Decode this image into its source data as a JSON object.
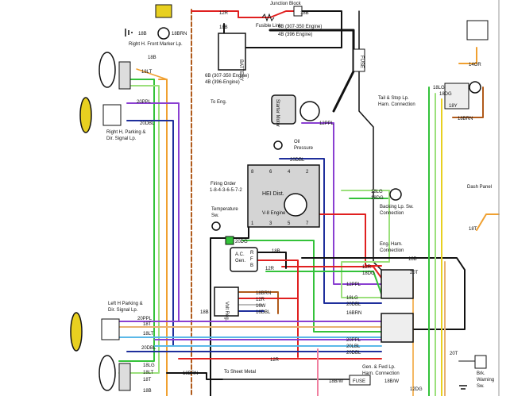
{
  "colors": {
    "black": "#111111",
    "red": "#e02020",
    "green": "#34c23a",
    "lightgreen": "#9be07c",
    "purple": "#8a3fd1",
    "darkblue": "#1f2f9c",
    "lightblue": "#5ab8e8",
    "orange": "#f0a030",
    "brown": "#b05a1a",
    "tan": "#e8b070",
    "gray": "#8a8a8a",
    "yellow": "#e8d020",
    "pink": "#f080a0"
  },
  "labels": {
    "junction_block": "Junction Block",
    "w12r_top": "12R",
    "w18b_top": "18B",
    "fusible_link": "Fusible Link",
    "w18b_batt": "18B",
    "engine_307_350": "6B (307-350 Engine)",
    "engine_396": "4B (396 Engine)",
    "battery": "BATTERY",
    "batt_307_350": "6B (307-350 Engine)",
    "batt_396": "4B (396-Engine)",
    "to_eng": "To Eng.",
    "fuse": "FUSE",
    "w14or": "14OR",
    "tail_stop": "Tail & Stop Lp.",
    "harn_conn": "Harn. Connection",
    "w18lg": "18LG",
    "w18dg": "18DG",
    "w18y": "18Y",
    "w18brn_right": "18BRN",
    "w18b_marker": "18B",
    "w18brn_marker": "18BRN",
    "front_marker": "Right H. Front Marker Lp.",
    "w18b_head": "18B",
    "w18lt": "18LT",
    "w20ppl_r": "20PPL",
    "w20dbl_r": "20DBL",
    "right_parking_1": "Right H, Parking &",
    "right_parking_2": "Dir. Signal Lp.",
    "starter": "Starter Motor",
    "w12ppl": "12PPL",
    "oil_1": "Oil",
    "oil_2": "Pressure",
    "w20dbl_oil": "20DBL",
    "firing_order": "Firing Order",
    "firing_seq": "1-8-4-3-6-5-7-2",
    "hei": "HEI Dist.",
    "v8": "V-8 Engine",
    "cyl_top": [
      "8",
      "6",
      "4",
      "2"
    ],
    "cyl_bottom": [
      "1",
      "3",
      "5",
      "7"
    ],
    "temperature_1": "Temperature",
    "temperature_2": "Sw.",
    "w20dg_temp": "20DG",
    "w18lg_backing": "18LG",
    "w18dg_backing": "18DG",
    "backing_1": "Backing Lp. Sw.",
    "backing_2": "Connection",
    "dash_panel": "Dash Panel",
    "w18t": "18T",
    "eng_harn_1": "Eng. Harn.",
    "eng_harn_2": "Connection",
    "w18b_eh": "18B",
    "w12r_eh": "12R",
    "w18dg_eh": "18DG",
    "alt_1": "A.C.",
    "alt_2": "Gen.",
    "w18b_alt": "18B",
    "w12r_alt": "12R",
    "alt_term": [
      "R",
      "F",
      "B"
    ],
    "w12ppl_eh": "12PPL",
    "w18lg_eh": "18LG",
    "w20dbl_eh": "20DBL",
    "w16brn_eh": "16BRN",
    "w20t": "20T",
    "w20t_b": "20T",
    "reg": "Volt Reg.",
    "w18brn_reg": "18BRN",
    "w12r_reg": "12R",
    "w16w_reg": "16W",
    "w16dbl_reg": "16DBL",
    "w18b_reg": "18B",
    "w20ppl_l": "20PPL",
    "w18t_l": "18T",
    "w18lt_l": "18LT",
    "w20dbl_l": "20DBL",
    "left_parking_1": "Left H Parking &",
    "left_parking_2": "Dir. Signal Lp.",
    "w20ppl_bus": "20PPL",
    "w20lbl_bus": "20LBL",
    "w20dbl_bus": "20DBL",
    "w12r_bus": "12R",
    "w18lg_bl": "18LG",
    "w18lt_bl": "18LT",
    "w18t_bl": "18T",
    "w18b_bl": "18B",
    "w18brn_bl": "18BRN",
    "to_sheet_metal": "To Sheet Metal",
    "w18bw": "18B/W",
    "w18bw_2": "18B/W",
    "fuse_bottom": "FUSE",
    "gen_fwd_1": "Gen. & Fwd Lp.",
    "gen_fwd_2": "Harn. Connection",
    "w12dg": "12DG",
    "brk_1": "Brk.",
    "brk_2": "Warning",
    "brk_3": "Sw."
  }
}
